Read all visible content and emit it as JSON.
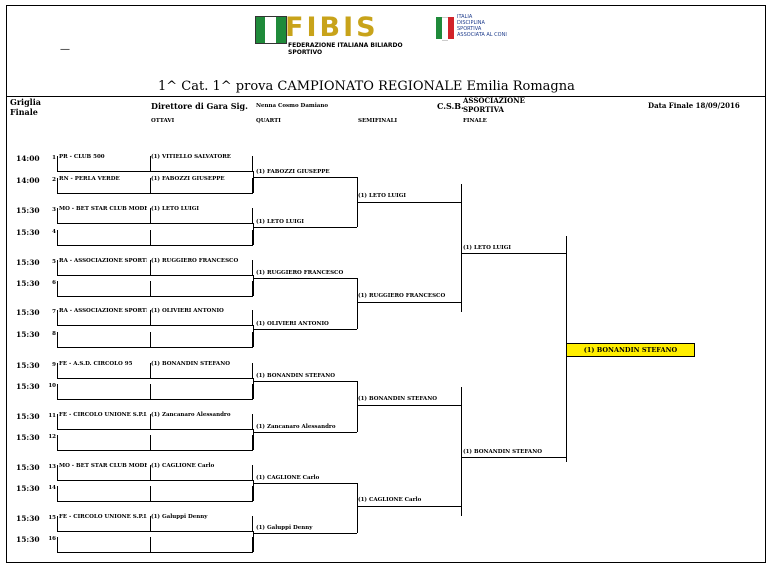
{
  "header": {
    "logo_text": "FIBIS",
    "logo_sub": "FEDERAZIONE ITALIANA BILIARDO SPORTIVO",
    "partner_text": "DISCIPLINA SPORTIVA ASSOCIATA AL CONI",
    "partner_label": "ITALIA",
    "dash": "—",
    "title": "1^ Cat. 1^ prova CAMPIONATO REGIONALE  Emilia Romagna",
    "griglia": "Griglia",
    "finale": "Finale",
    "direttore_label": "Direttore di Gara Sig.",
    "direttore_name": "Nenna Cosmo Damiano",
    "csb_label": "C.S.B.",
    "csb_name": "ASSOCIAZIONE SPORTIVA",
    "data_finale": "Data Finale 18/09/2016"
  },
  "columns": {
    "ottavi": "OTTAVI",
    "quarti": "QUARTI",
    "semifinali": "SEMIFINALI",
    "finale": "FINALE"
  },
  "ottavi": [
    {
      "time": "14:00",
      "num": "1",
      "club": "PR - CLUB 500",
      "player": "(1) VITIELLO SALVATORE"
    },
    {
      "time": "14:00",
      "num": "2",
      "club": "RN - PERLA VERDE",
      "player": "(1) FABOZZI GIUSEPPE"
    },
    {
      "time": "15:30",
      "num": "3",
      "club": "MO - BET STAR CLUB MODENA",
      "player": "(1) LETO LUIGI"
    },
    {
      "time": "15:30",
      "num": "4",
      "club": "",
      "player": ""
    },
    {
      "time": "15:30",
      "num": "5",
      "club": "RA - ASSOCIAZIONE SPORTIVA",
      "player": "(1) RUGGIERO FRANCESCO"
    },
    {
      "time": "15:30",
      "num": "6",
      "club": "",
      "player": ""
    },
    {
      "time": "15:30",
      "num": "7",
      "club": "RA - ASSOCIAZIONE SPORTIVA",
      "player": "(1) OLIVIERI ANTONIO"
    },
    {
      "time": "15:30",
      "num": "8",
      "club": "",
      "player": ""
    },
    {
      "time": "15:30",
      "num": "9",
      "club": "FE - A.S.D. CIRCOLO 95",
      "player": "(1) BONANDIN STEFANO"
    },
    {
      "time": "15:30",
      "num": "10",
      "club": "",
      "player": ""
    },
    {
      "time": "15:30",
      "num": "11",
      "club": "FE - CIRCOLO UNIONE S.P.I.M. A",
      "player": "(1) Zancanaro Alessandro"
    },
    {
      "time": "15:30",
      "num": "12",
      "club": "",
      "player": ""
    },
    {
      "time": "15:30",
      "num": "13",
      "club": "MO - BET STAR CLUB MODENA",
      "player": "(1) CAGLIONE Carlo"
    },
    {
      "time": "15:30",
      "num": "14",
      "club": "",
      "player": ""
    },
    {
      "time": "15:30",
      "num": "15",
      "club": "FE - CIRCOLO UNIONE S.P.I.M. A",
      "player": "(1) Galuppi Denny"
    },
    {
      "time": "15:30",
      "num": "16",
      "club": "",
      "player": ""
    }
  ],
  "quarti": [
    "(1) FABOZZI GIUSEPPE",
    "(1) LETO LUIGI",
    "(1) RUGGIERO FRANCESCO",
    "(1) OLIVIERI ANTONIO",
    "(1) BONANDIN STEFANO",
    "(1) Zancanaro Alessandro",
    "(1) CAGLIONE Carlo",
    "(1) Galuppi Denny"
  ],
  "semifinali": [
    "(1) LETO LUIGI",
    "(1) RUGGIERO FRANCESCO",
    "(1) BONANDIN STEFANO",
    "(1) CAGLIONE Carlo"
  ],
  "finale": [
    "(1) LETO LUIGI",
    "(1) BONANDIN STEFANO"
  ],
  "winner": "(1) BONANDIN STEFANO",
  "colors": {
    "winner_bg": "#ffee00",
    "logo_gold": "#c8a31a",
    "logo_green": "#1f8a3a"
  }
}
